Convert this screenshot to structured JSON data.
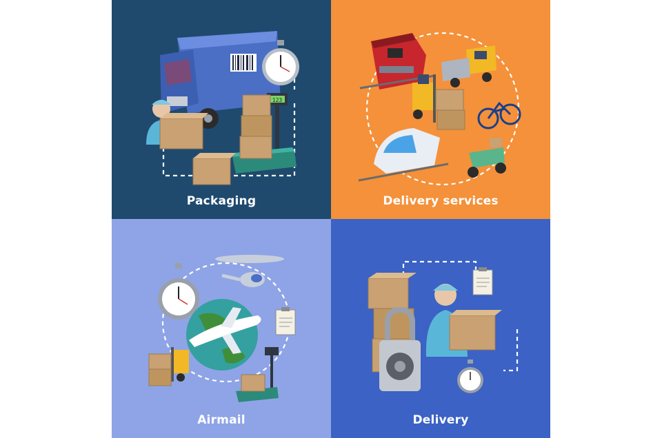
{
  "colors": {
    "packaging_bg": "#1f4a6e",
    "delivery_services_bg": "#f4913a",
    "airmail_bg": "#8fa4e6",
    "delivery_bg": "#3b62c4",
    "box": "#c9a173",
    "caption_text": "#ffffff"
  },
  "tiles": [
    {
      "label": "Packaging",
      "icons": [
        "truck-icon",
        "stopwatch-icon",
        "scale-icon",
        "courier-icon",
        "box-icon"
      ]
    },
    {
      "label": "Delivery services",
      "icons": [
        "train-icon",
        "truck-icon",
        "forklift-icon",
        "bicycle-icon",
        "high-speed-train-icon",
        "scooter-icon"
      ]
    },
    {
      "label": "Airmail",
      "icons": [
        "stopwatch-icon",
        "helicopter-icon",
        "globe-icon",
        "airplane-icon",
        "clipboard-icon",
        "forklift-icon",
        "scale-icon"
      ]
    },
    {
      "label": "Delivery",
      "icons": [
        "box-icon",
        "padlock-icon",
        "courier-icon",
        "clipboard-icon",
        "stopwatch-icon"
      ]
    }
  ],
  "scale_display": "123"
}
